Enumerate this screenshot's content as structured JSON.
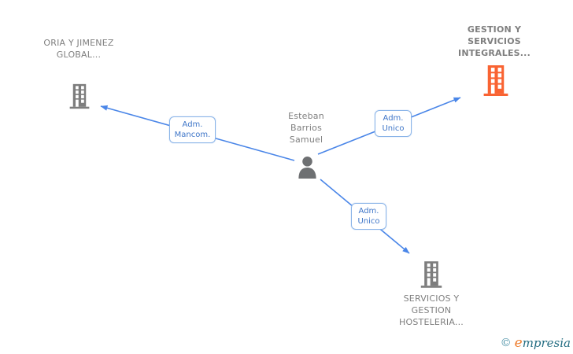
{
  "person": {
    "name": "Esteban Barrios Samuel"
  },
  "companies": [
    {
      "name": "ORIA Y JIMENEZ GLOBAL...",
      "icon": "building-icon",
      "icon_color": "#7d7d7d"
    },
    {
      "name": "GESTION Y SERVICIOS INTEGRALES...",
      "icon": "building-icon",
      "icon_color": "#f96332",
      "emphasis": "bold"
    },
    {
      "name": "SERVICIOS Y GESTION HOSTELERIA...",
      "icon": "building-icon",
      "icon_color": "#7d7d7d"
    }
  ],
  "relationships": [
    {
      "from": "Esteban Barrios Samuel",
      "to": "ORIA Y JIMENEZ GLOBAL...",
      "label": "Adm. Mancom."
    },
    {
      "from": "Esteban Barrios Samuel",
      "to": "GESTION Y SERVICIOS INTEGRALES...",
      "label": "Adm. Unico"
    },
    {
      "from": "Esteban Barrios Samuel",
      "to": "SERVICIOS Y GESTION HOSTELERIA...",
      "label": "Adm. Unico"
    }
  ],
  "watermark": {
    "copyright_symbol": "©",
    "brand_initial": "e",
    "brand_rest": "mpresia"
  },
  "colors": {
    "edge": "#4a86e8",
    "edge_label_text": "#3f76c8",
    "edge_label_border": "#8ab4e8",
    "node_text": "#7f7f7f",
    "person_icon": "#6e7072",
    "building_gray": "#7d7d7d",
    "building_orange": "#f96332",
    "brand_teal": "#256e83",
    "brand_orange": "#ee7d2e"
  }
}
